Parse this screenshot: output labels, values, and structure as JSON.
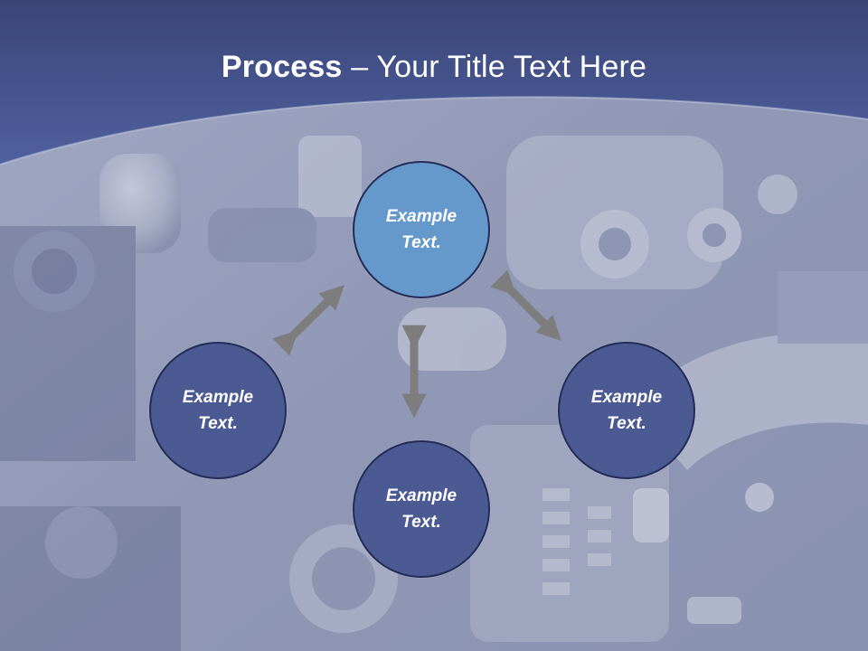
{
  "title": {
    "bold_part": "Process",
    "rest": " – Your Title Text Here"
  },
  "colors": {
    "header_blue": "#4a5a99",
    "node_top": "#6598cb",
    "node": "#4c5a94",
    "node_border": "#232c57",
    "arrow": "#7d7d7d"
  },
  "nodes": {
    "top": "Example\nText.",
    "left": "Example\nText.",
    "right": "Example\nText.",
    "bottom": "Example\nText."
  }
}
